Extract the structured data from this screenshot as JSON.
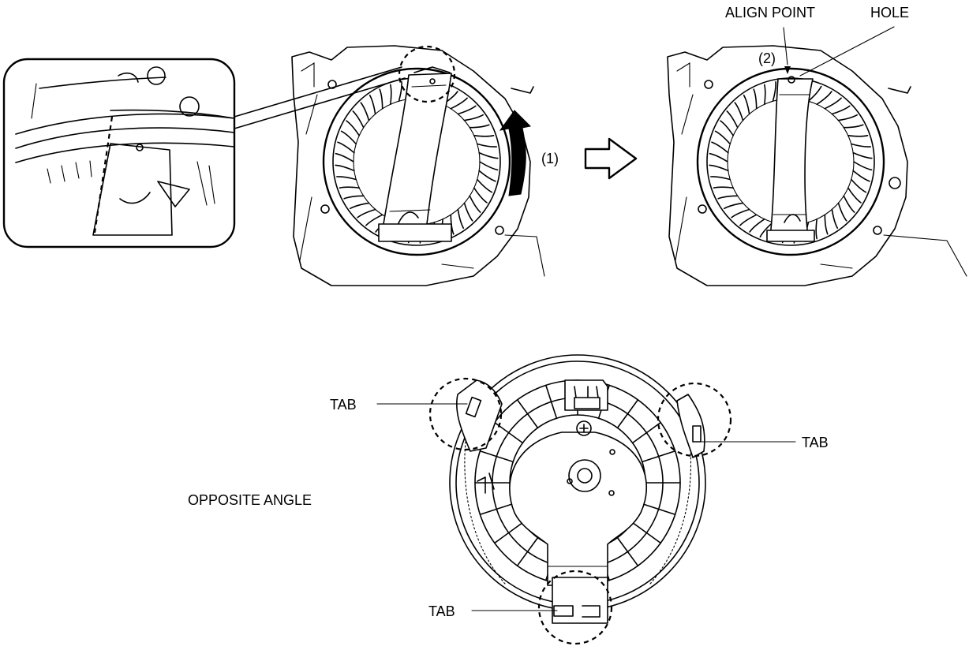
{
  "labels": {
    "align_point": "ALIGN POINT",
    "hole": "HOLE",
    "step_1": "(1)",
    "step_2": "(2)",
    "tab_left": "TAB",
    "tab_right": "TAB",
    "tab_bottom": "TAB",
    "opposite_angle": "OPPOSITE ANGLE"
  },
  "colors": {
    "line": "#000000",
    "background": "#ffffff"
  },
  "icons": [
    "rotate-arrow-icon",
    "next-step-arrow-icon"
  ]
}
